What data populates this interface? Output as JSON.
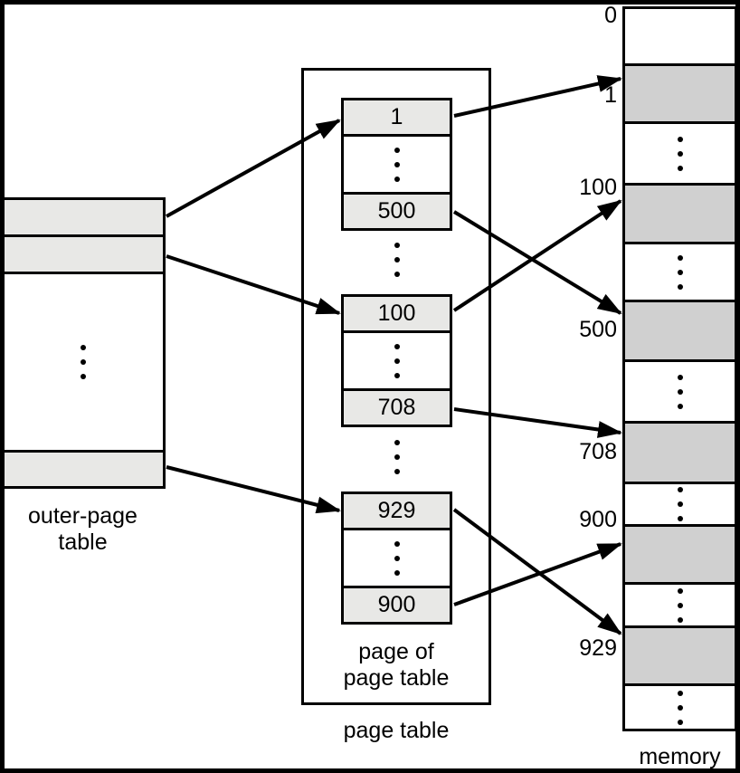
{
  "outer_page_table": {
    "label_line1": "outer-page",
    "label_line2": "table",
    "highlighted_entries": [
      "top-entry-1",
      "top-entry-2",
      "bottom-entry"
    ]
  },
  "page_table": {
    "inner_label_line1": "page of",
    "inner_label_line2": "page table",
    "caption": "page table",
    "pages": [
      {
        "first_entry": "1",
        "last_entry": "500"
      },
      {
        "first_entry": "100",
        "last_entry": "708"
      },
      {
        "first_entry": "929",
        "last_entry": "900"
      }
    ]
  },
  "memory": {
    "caption": "memory",
    "frame_labels": [
      "0",
      "1",
      "100",
      "500",
      "708",
      "900",
      "929"
    ],
    "shaded_frames": [
      "1",
      "100",
      "500",
      "708",
      "900",
      "929"
    ]
  },
  "arrows": [
    {
      "from": "outer-page-table-entry-1",
      "to": "page-table-entry-1"
    },
    {
      "from": "outer-page-table-entry-2",
      "to": "page-table-entry-100"
    },
    {
      "from": "outer-page-table-bottom-entry",
      "to": "page-table-entry-929"
    },
    {
      "from": "page-table-entry-1",
      "to": "memory-frame-1"
    },
    {
      "from": "page-table-entry-500",
      "to": "memory-frame-500"
    },
    {
      "from": "page-table-entry-100",
      "to": "memory-frame-100"
    },
    {
      "from": "page-table-entry-708",
      "to": "memory-frame-708"
    },
    {
      "from": "page-table-entry-929",
      "to": "memory-frame-929"
    },
    {
      "from": "page-table-entry-900",
      "to": "memory-frame-900"
    }
  ],
  "colors": {
    "table_cell_shaded": "#e8e8e6",
    "memory_frame_shaded": "#d0d0d0",
    "line": "#000000",
    "background": "#ffffff"
  }
}
